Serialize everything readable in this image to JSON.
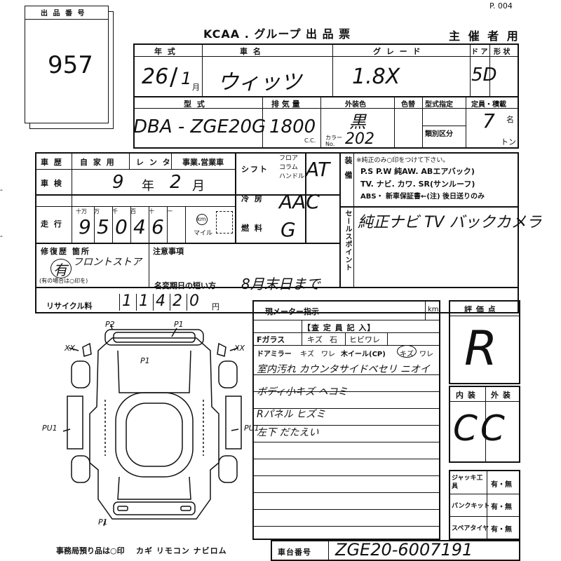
{
  "page_no": "P. 004",
  "listing_no": {
    "label": "出 品 番 号",
    "value": "957"
  },
  "header": {
    "title": "KCAA . グループ 出 品 票",
    "sponsor": "主 催 者 用"
  },
  "row1": {
    "year_label": "年 式",
    "model_label": "車 名",
    "grade_label": "グ レ ー ド",
    "door_label": "ド ア",
    "shape_label": "形 状",
    "year": "26",
    "month": "1",
    "month_unit": "月",
    "model": "ウィッツ",
    "grade": "1.8X",
    "doors": "5D"
  },
  "row2": {
    "type_label": "型 式",
    "displacement_label": "排 気 量",
    "ext_color_label": "外装色",
    "color_change_label": "色替",
    "type_designation_label": "型式指定",
    "category_label": "類別区分",
    "capacity_label": "定員・積載",
    "color_no_label": "カラー No.",
    "cc_unit": "C.C.",
    "people_unit": "名",
    "ton_unit": "トン",
    "model_code": "DBA - ZGE20G",
    "displacement": "1800",
    "ext_color": "黒",
    "color_no": "202",
    "capacity": "7"
  },
  "history": {
    "label": "車 歴",
    "private": "自 家 用",
    "rental": "レ ン タ",
    "business": "事業.営業車"
  },
  "inspection": {
    "label": "車 検",
    "year": "9",
    "year_unit": "年",
    "month": "2",
    "month_unit": "月"
  },
  "mileage": {
    "label": "走 行",
    "digit_labels": [
      "十万",
      "万",
      "千",
      "百",
      "十",
      "一"
    ],
    "digits": [
      "9",
      "5",
      "0",
      "4",
      "6"
    ],
    "units": [
      "km",
      "マイル"
    ]
  },
  "shift": {
    "label": "シフト",
    "options": [
      "フロア",
      "コラム",
      "ハンドル"
    ],
    "value": "AT"
  },
  "ac": {
    "label": "冷 房",
    "value": "AAC"
  },
  "fuel": {
    "label": "燃 料",
    "value": "G"
  },
  "equipment": {
    "label": "装 備",
    "note": "※純正のみ○印をつけて下さい。",
    "line1": "P.S  P.W  純AW. ABエアバック)",
    "line2": "TV. ナビ. カワ. SR(サンルーフ)",
    "line3": "ABS・ 新車保証書←(注) 後日送りのみ"
  },
  "sales_point": {
    "label": "セールスポイント",
    "value": "純正ナビ TV バックカメラ"
  },
  "repair": {
    "label": "修復歴 箇所",
    "note": "(有の場合は○印を)",
    "value": "有",
    "handwritten": "フロントストア"
  },
  "notes": {
    "label": "注意事項",
    "short_period_label": "名変期日の短い方",
    "deadline": "8月末日まで"
  },
  "recycle": {
    "label": "リサイクル料",
    "digits": [
      "1",
      "1",
      "4",
      "2",
      "0"
    ],
    "unit": "円"
  },
  "meter": {
    "current_label": "現メーター指示",
    "unit": "km",
    "inspect_label": "【査 定 員 記 入】",
    "glass_label": "Fガラス",
    "glass_opts": [
      "キズ",
      "石",
      "ヒビワレ"
    ],
    "mirror_label": "ドアミラー",
    "mirror_opts": [
      "キズ",
      "ワレ"
    ],
    "wheel_label": "木イール(CP)",
    "wheel_opts": [
      "キズ",
      "ワレ"
    ],
    "remarks": [
      "室内汚れ カウンタサイドベセリ ニオイ",
      "ボディ小キズ ヘコミ",
      "Rパネル ヒズミ",
      "左下 だたえい"
    ]
  },
  "evaluation": {
    "label": "評 価 点",
    "value": "R"
  },
  "interior": {
    "in_label": "内 装",
    "out_label": "外 装",
    "value": "CC"
  },
  "equipment_checks": [
    {
      "label": "ジャッキ工具",
      "value": "有・無"
    },
    {
      "label": "パンクキット",
      "value": "有・無"
    },
    {
      "label": "スペアタイヤ",
      "value": "有・無"
    }
  ],
  "diagram_marks": {
    "top_left": "P2",
    "top_right": "P1",
    "left_marks": "XX",
    "right_marks": "XX",
    "hood": "P1",
    "left_side": "PU1",
    "right_side": "PU1",
    "bottom": "P1"
  },
  "footer": {
    "office_note": "事務局預り品は○印",
    "items": "カギ リモコン ナビロム",
    "chassis_label": "車台番号",
    "chassis": "ZGE20-6007191"
  }
}
